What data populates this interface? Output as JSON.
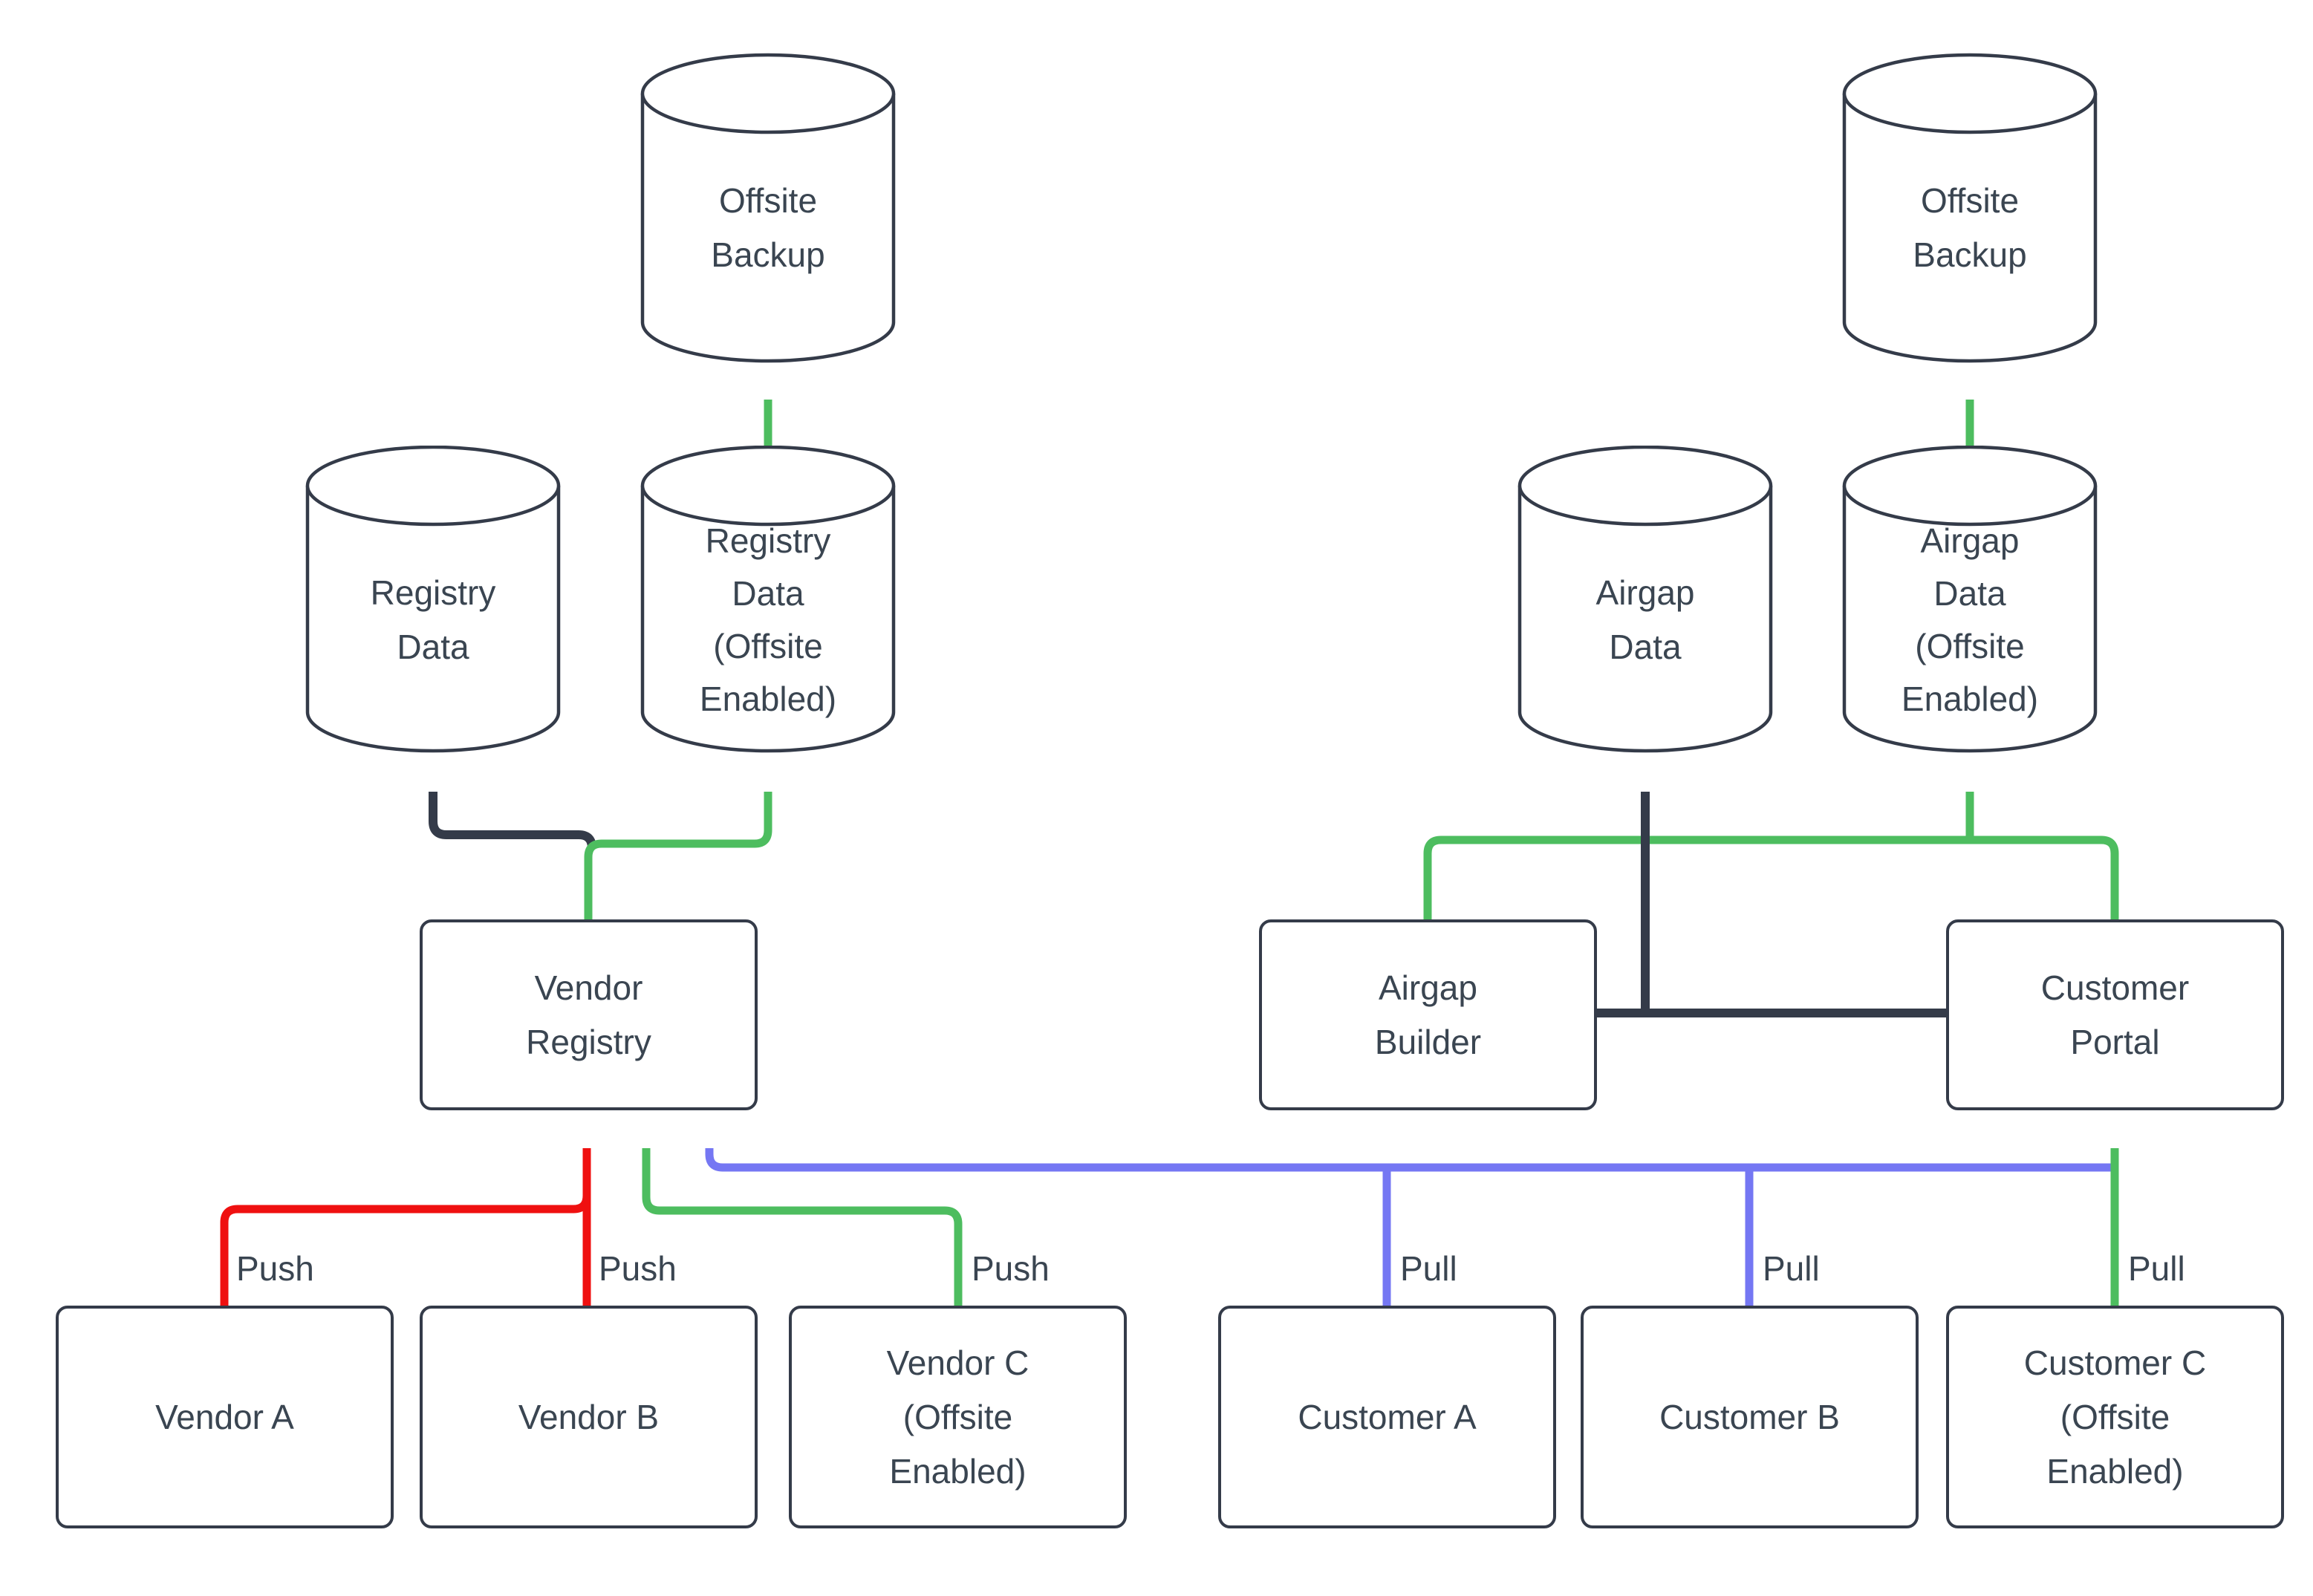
{
  "diagram": {
    "palette": {
      "bg": "#ffffff",
      "dark": "#343b49",
      "text": "#3a4551",
      "green": "#4dbd5f",
      "red": "#ef1010",
      "blue": "#7577f3"
    },
    "nodes": {
      "offsite_backup_left": "Offsite\nBackup",
      "registry_data": "Registry\nData",
      "registry_data_offsite": "Registry\nData\n(Offsite\nEnabled)",
      "vendor_registry": "Vendor\nRegistry",
      "vendor_a": "Vendor A",
      "vendor_b": "Vendor B",
      "vendor_c": "Vendor C\n(Offsite\nEnabled)",
      "offsite_backup_right": "Offsite\nBackup",
      "airgap_data": "Airgap\nData",
      "airgap_data_offsite": "Airgap\nData\n(Offsite\nEnabled)",
      "airgap_builder": "Airgap\nBuilder",
      "customer_portal": "Customer\nPortal",
      "customer_a": "Customer A",
      "customer_b": "Customer B",
      "customer_c": "Customer C\n(Offsite\nEnabled)"
    },
    "edge_labels": {
      "vendor_a_push": "Push",
      "vendor_b_push": "Push",
      "vendor_c_push": "Push",
      "customer_a_pull": "Pull",
      "customer_b_pull": "Pull",
      "customer_c_pull": "Pull"
    }
  }
}
